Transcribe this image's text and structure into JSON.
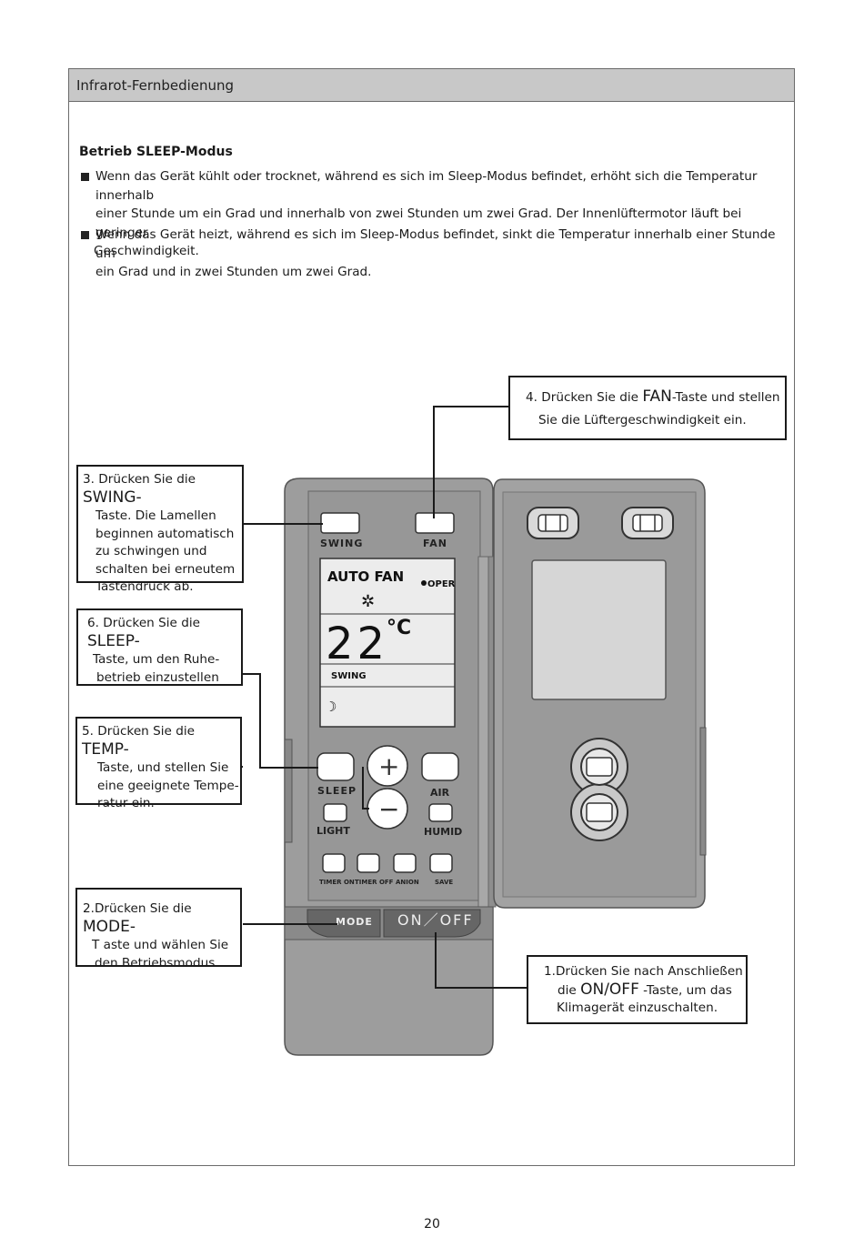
{
  "header": {
    "title": "Infrarot-Fernbedienung"
  },
  "section": {
    "title": "Betrieb SLEEP-Modus",
    "bullets": [
      {
        "line1": "Wenn das Gerät kühlt oder trocknet, während es sich im Sleep-Modus befindet, erhöht sich die Temperatur innerhalb",
        "line2": "einer Stunde um ein Grad und innerhalb von zwei Stunden um zwei Grad. Der Innenlüftermotor läuft bei geringer",
        "line3": "Geschwindigkeit."
      },
      {
        "line1": "Wenn das Gerät heizt, während es sich im Sleep-Modus befindet, sinkt die Temperatur innerhalb einer Stunde um",
        "line2": "ein Grad und in zwei Stunden um zwei Grad."
      }
    ]
  },
  "callouts": {
    "fan": {
      "prefix": "4. Drücken Sie die ",
      "key": "FAN",
      "suffix": "-Taste und stellen",
      "line2": "Sie die Lüftergeschwindigkeit ein."
    },
    "swing": {
      "prefix": "3. Drücken Sie die ",
      "key": "SWING-",
      "line2": "Taste. Die Lamellen",
      "line3": "beginnen automatisch",
      "line4": "zu schwingen und",
      "line5": "schalten bei erneutem",
      "line6": "Tastendruck ab."
    },
    "sleep": {
      "prefix": "6. Drücken Sie die ",
      "key": "SLEEP-",
      "line2": "Taste, um den Ruhe-",
      "line3": "betrieb einzustellen"
    },
    "temp": {
      "prefix": "5. Drücken Sie die ",
      "key": "TEMP-",
      "line2": "Taste, und stellen Sie",
      "line3": "eine geeignete Tempe-",
      "line4": "ratur ein."
    },
    "mode": {
      "prefix": "2.Drücken Sie die ",
      "key": "MODE-",
      "line2": "T aste und wählen Sie",
      "line3": "den Betriebsmodus."
    },
    "onoff": {
      "line1": "1.Drücken Sie nach Anschließen",
      "prefix": "die ",
      "key": "ON/OFF",
      "suffix": " -Taste, um das",
      "line3": "Klimagerät einzuschalten."
    }
  },
  "remote": {
    "swing_label": "SWING",
    "fan_label": "FAN",
    "display_mode": "AUTO FAN",
    "display_oper": "OPER",
    "display_temp": "22",
    "display_unit": "°C",
    "display_swing": "SWING",
    "sleep_label": "SLEEP",
    "air_label": "AIR",
    "light_label": "LIGHT",
    "humid_label": "HUMID",
    "timer_on_label": "TIMER ON",
    "timer_off_label": "TIMER OFF",
    "anion_label": "ANION",
    "save_label": "SAVE",
    "mode_label": "MODE",
    "onoff_label": "ON／OFF",
    "plus_symbol": "+",
    "minus_symbol": "−"
  },
  "footer": {
    "page_number": "20"
  }
}
